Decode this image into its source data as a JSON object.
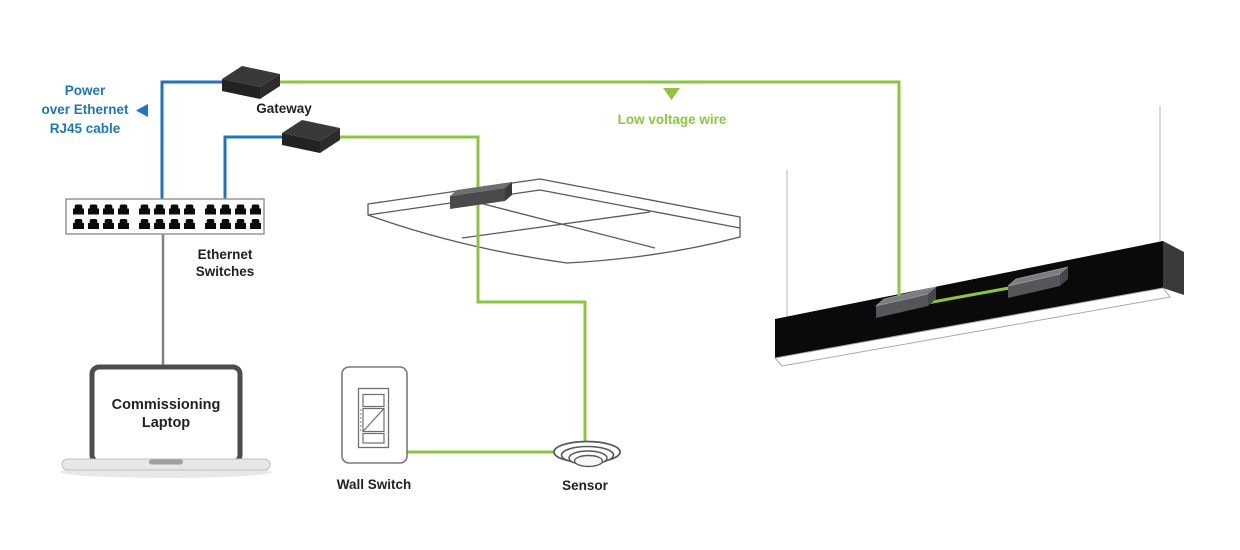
{
  "diagram": {
    "description": "PoE lighting control system diagram",
    "labels": {
      "poe_line1": "Power",
      "poe_line2": "over Ethernet",
      "poe_line3": "RJ45 cable",
      "gateway": "Gateway",
      "low_voltage_wire": "Low voltage wire",
      "ethernet_switches_line1": "Ethernet",
      "ethernet_switches_line2": "Switches",
      "laptop_line1": "Commissioning",
      "laptop_line2": "Laptop",
      "wall_switch": "Wall Switch",
      "sensor": "Sensor"
    },
    "colors": {
      "poe_blue": "#1f75bd",
      "low_voltage_green": "#8cc63f",
      "cable_gray": "#808285",
      "device_dark": "#232324",
      "fixture_black": "#0a0a0a",
      "module_gray": "#55565a",
      "text_dark": "#231f20"
    }
  }
}
